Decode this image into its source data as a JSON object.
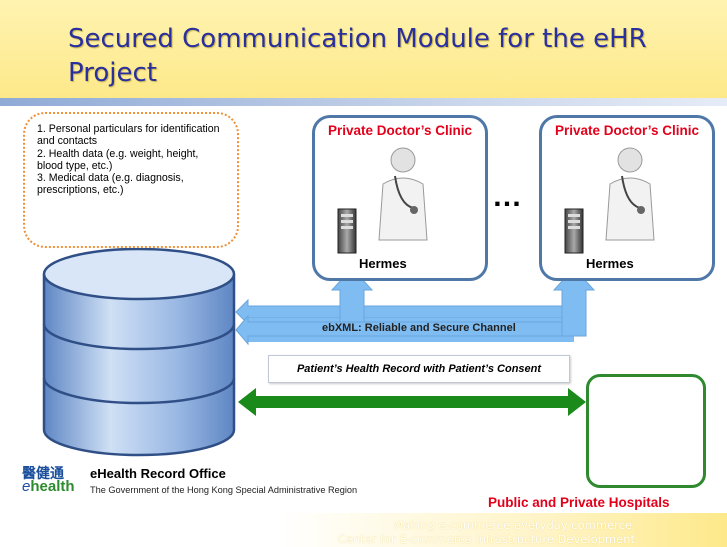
{
  "title": "Secured Communication Module for the eHR Project",
  "data_items": [
    "1. Personal particulars for identification and contacts",
    "2. Health data (e.g. weight, height, blood type, etc.)",
    "3. Medical data (e.g. diagnosis, prescriptions, etc.)"
  ],
  "clinics": [
    {
      "title": "Private Doctor’s Clinic",
      "server": "Hermes"
    },
    {
      "title": "Private Doctor’s Clinic",
      "server": "Hermes"
    }
  ],
  "ellipsis": "…",
  "channel_label": "ebXML: Reliable and Secure Channel",
  "consent_label": "Patient’s Health Record with Patient’s Consent",
  "hospital_label": "Public and Private Hospitals",
  "org": {
    "logo_cn": "醫健通",
    "logo_en_prefix": "e",
    "logo_en": "health",
    "name": "eHealth Record Office",
    "subtitle": "The Government of the Hong Kong Special Administrative Region"
  },
  "footer": {
    "line1": "Making e-commerce everyday commerce",
    "line2": "Center for E-commerce Infrastructure Development"
  },
  "colors": {
    "title": "#2a2fa0",
    "accent_red": "#e3001b",
    "channel_blue": "#78b8f2",
    "consent_green": "#1a8a1a",
    "clinic_border": "#4f78a8"
  }
}
